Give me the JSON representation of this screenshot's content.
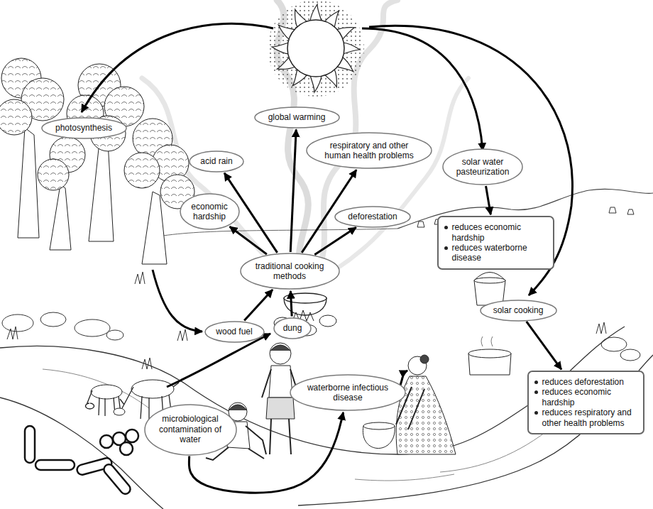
{
  "diagram": {
    "nodes": [
      {
        "text": [
          "photosynthesis"
        ]
      },
      {
        "text": [
          "global warming"
        ]
      },
      {
        "text": [
          "acid rain"
        ]
      },
      {
        "text": [
          "respiratory and other human health problems"
        ]
      },
      {
        "text": [
          "solar water pasteurization"
        ]
      },
      {
        "text": [
          "economic hardship"
        ]
      },
      {
        "text": [
          "deforestation"
        ]
      },
      {
        "text": [
          "reduces economic hardship",
          "reduces waterborne disease"
        ]
      },
      {
        "text": [
          "traditional cooking methods"
        ]
      },
      {
        "text": [
          "wood fuel"
        ]
      },
      {
        "text": [
          "dung"
        ]
      },
      {
        "text": [
          "solar cooking"
        ]
      },
      {
        "text": [
          "reduces deforestation",
          "reduces economic hardship",
          "reduces respiratory and other health problems"
        ]
      },
      {
        "text": [
          "waterborne infectious disease"
        ]
      },
      {
        "text": [
          "microbiological contamination of water"
        ]
      }
    ],
    "edges": [
      {
        "from": 8,
        "to": 1,
        "arrow": "to"
      },
      {
        "from": 8,
        "to": 2,
        "arrow": "to"
      },
      {
        "from": 8,
        "to": 3,
        "arrow": "to"
      },
      {
        "from": 8,
        "to": 5,
        "arrow": "to"
      },
      {
        "from": 8,
        "to": 6,
        "arrow": "to"
      },
      {
        "from": 9,
        "to": 8,
        "arrow": "to"
      },
      {
        "from": 10,
        "to": 8,
        "arrow": "to"
      },
      {
        "from": 4,
        "to": 7,
        "arrow": "to"
      },
      {
        "from": 11,
        "to": 12,
        "arrow": "to"
      },
      {
        "from": 14,
        "to": 13,
        "arrow": "to"
      }
    ]
  }
}
